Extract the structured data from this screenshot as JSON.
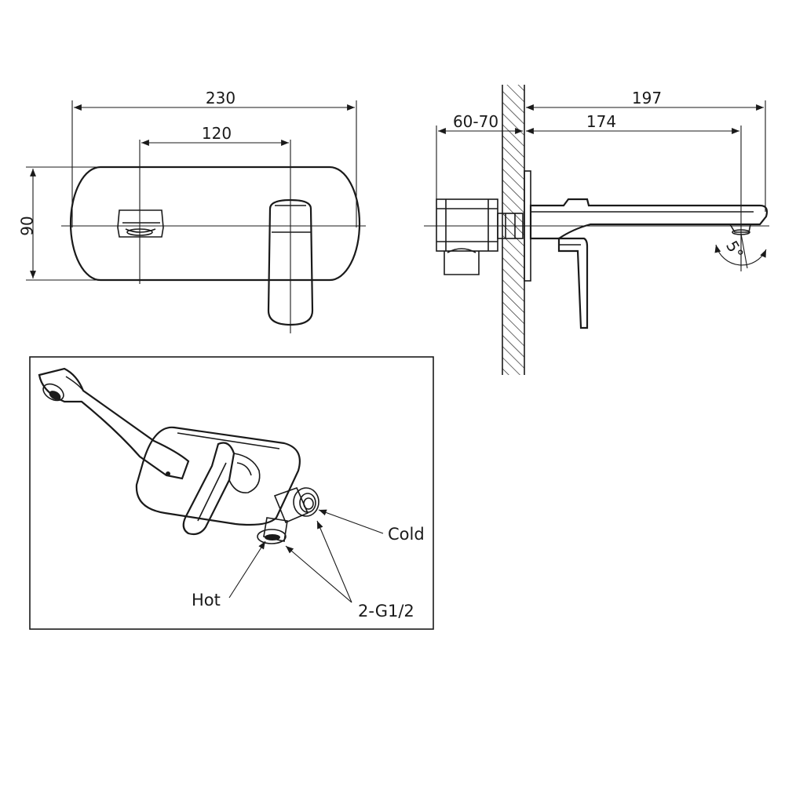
{
  "front_view": {
    "width_overall": "230",
    "width_centers": "120",
    "height": "90"
  },
  "side_view": {
    "projection_overall": "197",
    "wall_depth": "60-70",
    "projection_spout": "174",
    "spout_angle": "5°"
  },
  "iso_view": {
    "cold_label": "Cold",
    "hot_label": "Hot",
    "connection_label": "2-G1/2"
  }
}
